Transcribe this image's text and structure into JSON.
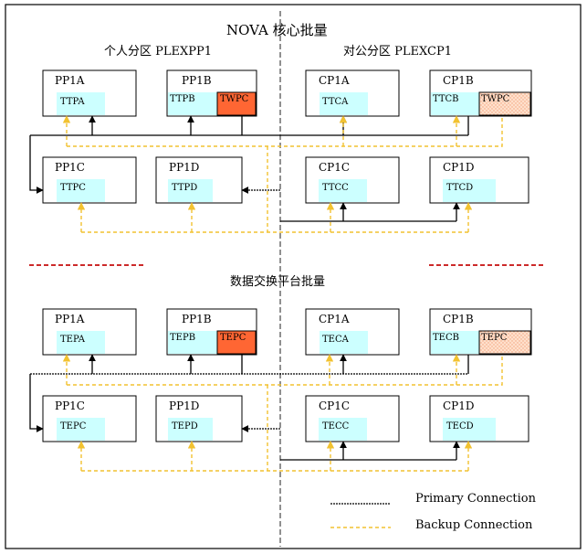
{
  "diagram": {
    "top_title": "NOVA 核心批量",
    "personal_zone": "个人分区 PLEXPP1",
    "corporate_zone": "对公分区 PLEXCP1",
    "bottom_title": "数据交换平台批量",
    "top": {
      "pp1a": {
        "name": "PP1A",
        "inner": "TTPA"
      },
      "pp1b": {
        "name": "PP1B",
        "inner": "TTPB",
        "extra": "TWPC"
      },
      "cp1a": {
        "name": "CP1A",
        "inner": "TTCA"
      },
      "cp1b": {
        "name": "CP1B",
        "inner": "TTCB",
        "extra": "TWPC"
      },
      "pp1c": {
        "name": "PP1C",
        "inner": "TTPC"
      },
      "pp1d": {
        "name": "PP1D",
        "inner": "TTPD"
      },
      "cp1c": {
        "name": "CP1C",
        "inner": "TTCC"
      },
      "cp1d": {
        "name": "CP1D",
        "inner": "TTCD"
      }
    },
    "bottom": {
      "pp1a": {
        "name": "PP1A",
        "inner": "TEPA"
      },
      "pp1b": {
        "name": "PP1B",
        "inner": "TEPB",
        "extra": "TEPC"
      },
      "cp1a": {
        "name": "CP1A",
        "inner": "TECA"
      },
      "cp1b": {
        "name": "CP1B",
        "inner": "TECB",
        "extra": "TEPC"
      },
      "pp1c": {
        "name": "PP1C",
        "inner": "TEPC"
      },
      "pp1d": {
        "name": "PP1D",
        "inner": "TEPD"
      },
      "cp1c": {
        "name": "CP1C",
        "inner": "TECC"
      },
      "cp1d": {
        "name": "CP1D",
        "inner": "TECD"
      }
    },
    "legend": {
      "primary": "Primary Connection",
      "backup": "Backup Connection"
    },
    "colors": {
      "inner_fill": "#ccffff",
      "active_fill": "#ff6633",
      "backup_line": "#f2c230",
      "separator": "#cc2a2a"
    }
  }
}
